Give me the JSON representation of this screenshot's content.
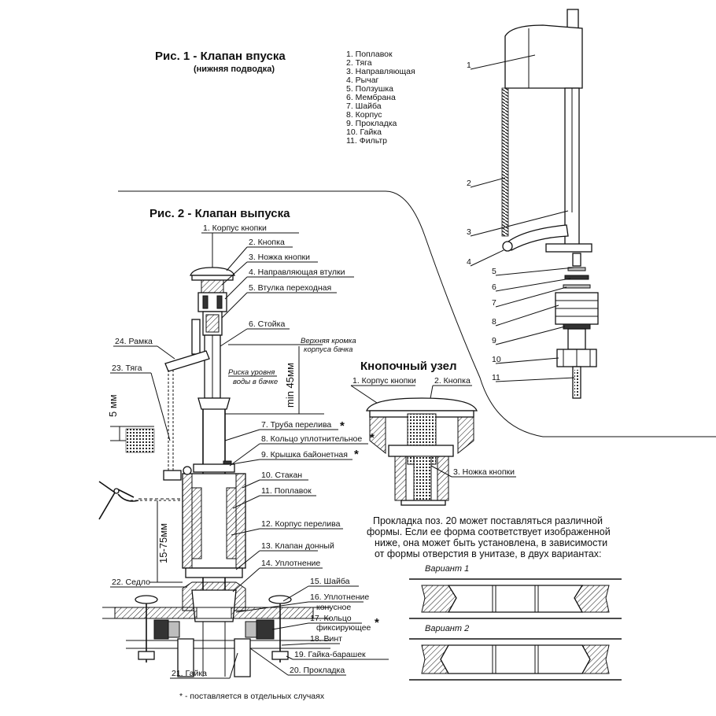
{
  "fig1": {
    "title": "Рис. 1 - Клапан впуска",
    "subtitle": "(нижняя подводка)",
    "legend": [
      "1. Поплавок",
      "2. Тяга",
      "3. Направляющая",
      "4. Рычаг",
      "5. Ползушка",
      "6. Мембрана",
      "7. Шайба",
      "8. Корпус",
      "9. Прокладка",
      "10. Гайка",
      "11. Фильтр"
    ],
    "callouts": [
      "1",
      "2",
      "3",
      "4",
      "5",
      "6",
      "7",
      "8",
      "9",
      "10",
      "11"
    ]
  },
  "fig2": {
    "title": "Рис. 2 - Клапан выпуска",
    "labels": [
      "1. Корпус кнопки",
      "2. Кнопка",
      "3. Ножка кнопки",
      "4. Направляющая втулки",
      "5. Втулка переходная",
      "6. Стойка",
      "7. Труба перелива",
      "8. Кольцо уплотнительное",
      "9. Крышка байонетная",
      "10. Стакан",
      "11. Поплавок",
      "12. Корпус перелива",
      "13. Клапан донный",
      "14. Уплотнение",
      "15. Шайба",
      "16. Уплотнение",
      "17. Кольцо",
      "18. Винт",
      "19. Гайка-барашек",
      "20. Прокладка",
      "21. Гайка",
      "22. Седло",
      "23. Тяга",
      "24. Рамка"
    ],
    "label_16_line2": "конусное",
    "label_17_line2": "фиксирующее",
    "asterisk": "*",
    "tank_top_note": [
      "Верхняя кромка",
      "корпуса бачка"
    ],
    "water_level_note": [
      "Риска уровня",
      "воды в бачке"
    ],
    "dim_min45": "min 45мм",
    "dim_5mm": "5 мм",
    "dim_15_75": "15-75мм",
    "footnote": "* - поставляется в отдельных случаях"
  },
  "button_unit": {
    "title": "Кнопочный узел",
    "labels": [
      "1. Корпус кнопки",
      "2. Кнопка",
      "3. Ножка кнопки"
    ]
  },
  "gasket_note": {
    "lines": [
      "Прокладка поз. 20 может поставляться различной",
      "формы. Если ее форма соответствует изображенной",
      "ниже, она может быть установлена, в зависимости",
      "от формы отверстия в унитазе, в двух вариантах:"
    ],
    "variant1": "Вариант 1",
    "variant2": "Вариант 2"
  }
}
